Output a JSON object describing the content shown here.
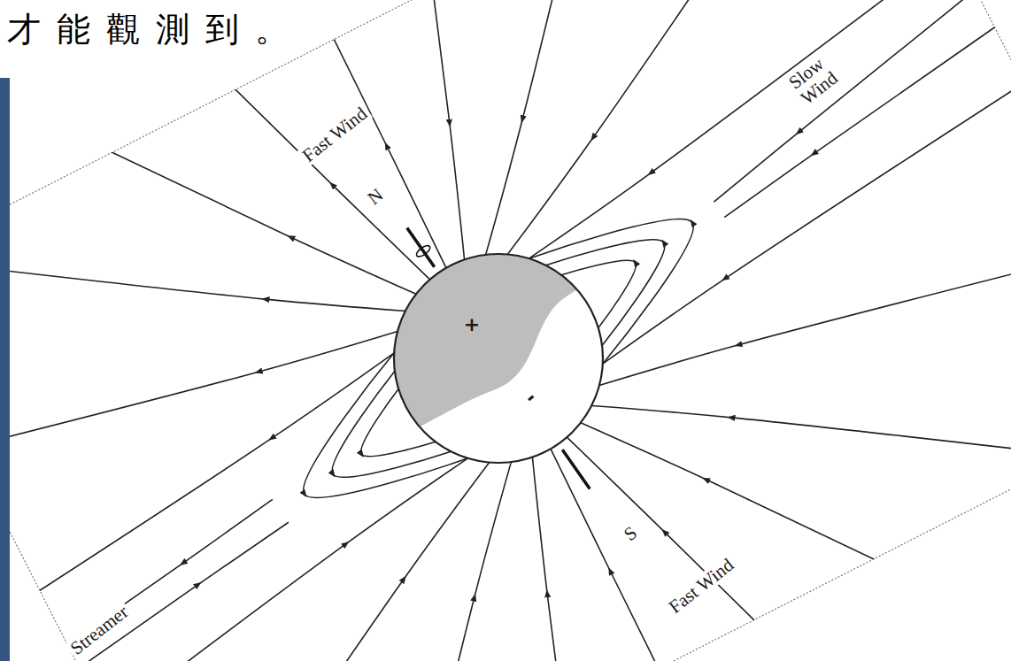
{
  "diagram": {
    "labels": [
      "才能觀測到。",
      "Fast Wind",
      "N",
      "Slow Wind",
      "+",
      "-",
      "S",
      "Fast Wind",
      "Streamer"
    ]
  }
}
